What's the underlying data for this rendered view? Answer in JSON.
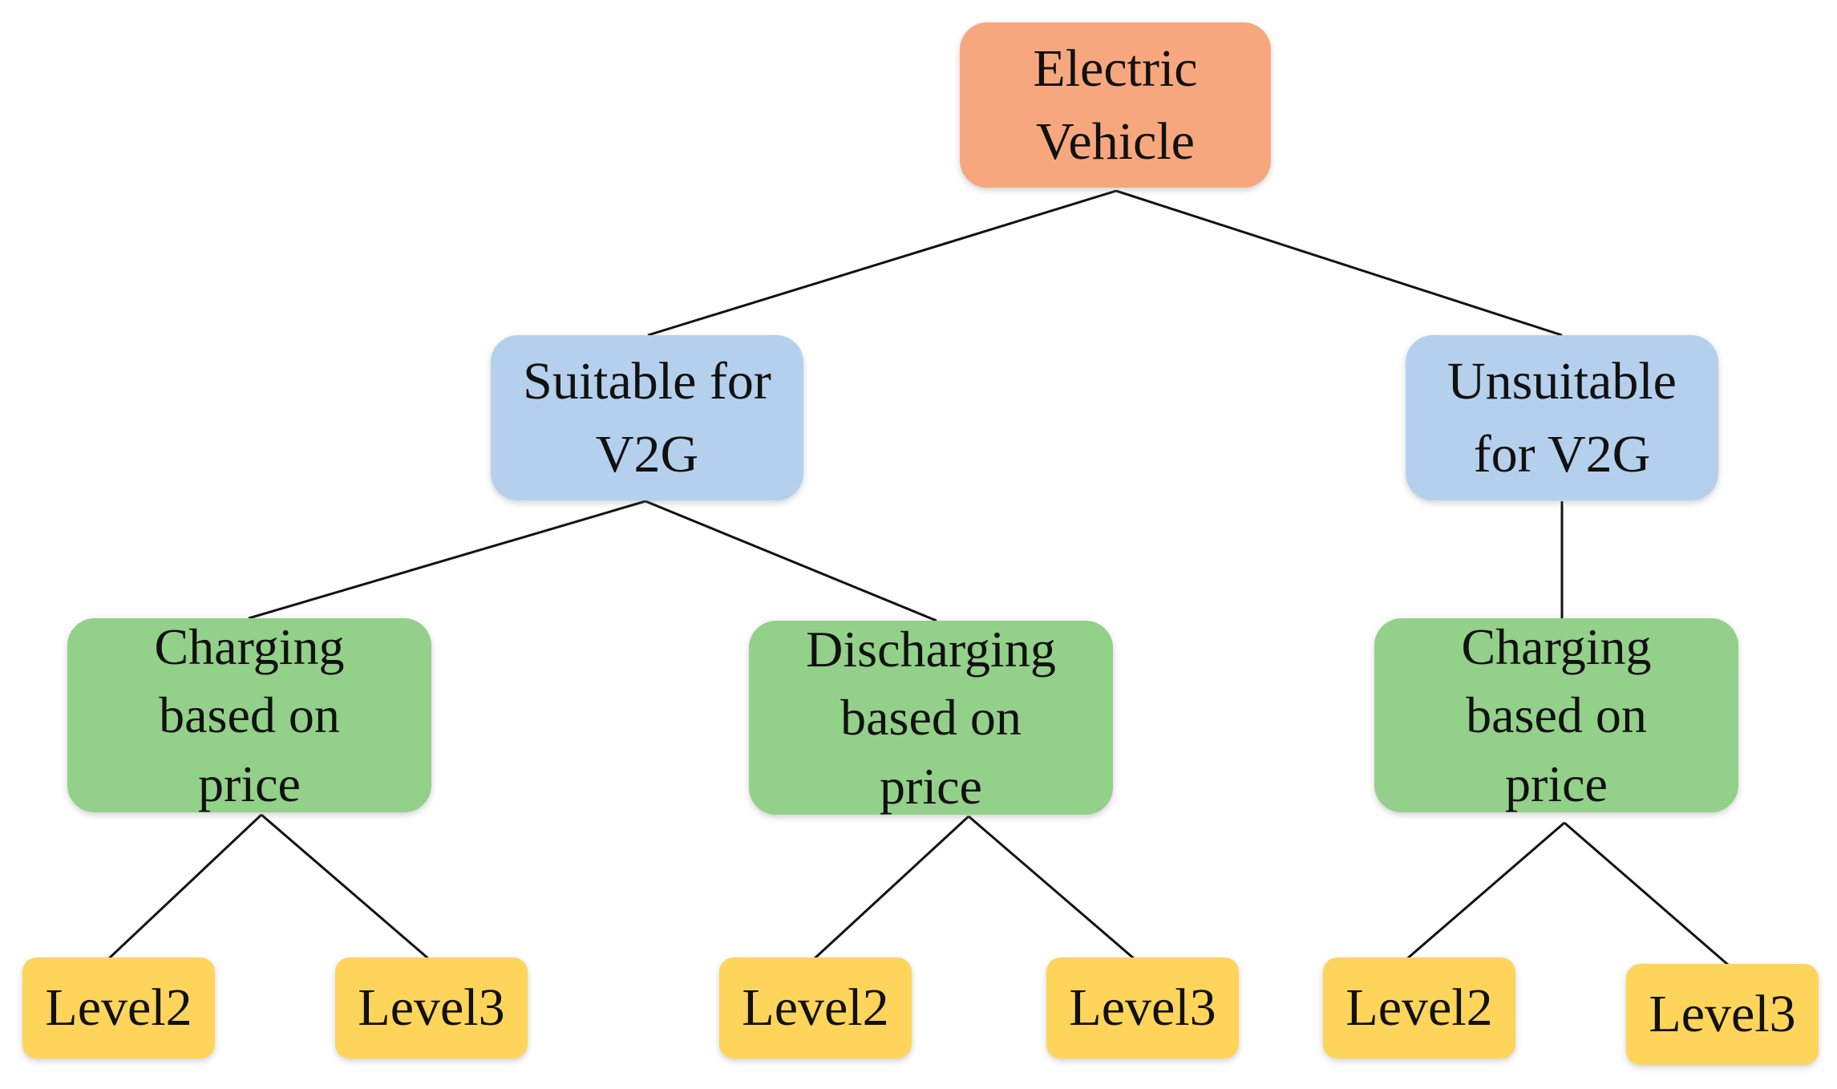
{
  "diagram": {
    "type": "tree",
    "colors": {
      "root": "#F7A77E",
      "category": "#B5D0EC",
      "strategy": "#93D089",
      "level": "#FED45A",
      "line": "#111111"
    },
    "root": {
      "label": "Electric\nVehicle"
    },
    "categories": [
      {
        "label": "Suitable for\nV2G"
      },
      {
        "label": "Unsuitable\nfor V2G"
      }
    ],
    "strategies": [
      {
        "label": "Charging\nbased on\nprice"
      },
      {
        "label": "Discharging\nbased on\nprice"
      },
      {
        "label": "Charging\nbased on\nprice"
      }
    ],
    "levels": [
      {
        "label": "Level2"
      },
      {
        "label": "Level3"
      },
      {
        "label": "Level2"
      },
      {
        "label": "Level3"
      },
      {
        "label": "Level2"
      },
      {
        "label": "Level3"
      }
    ]
  }
}
